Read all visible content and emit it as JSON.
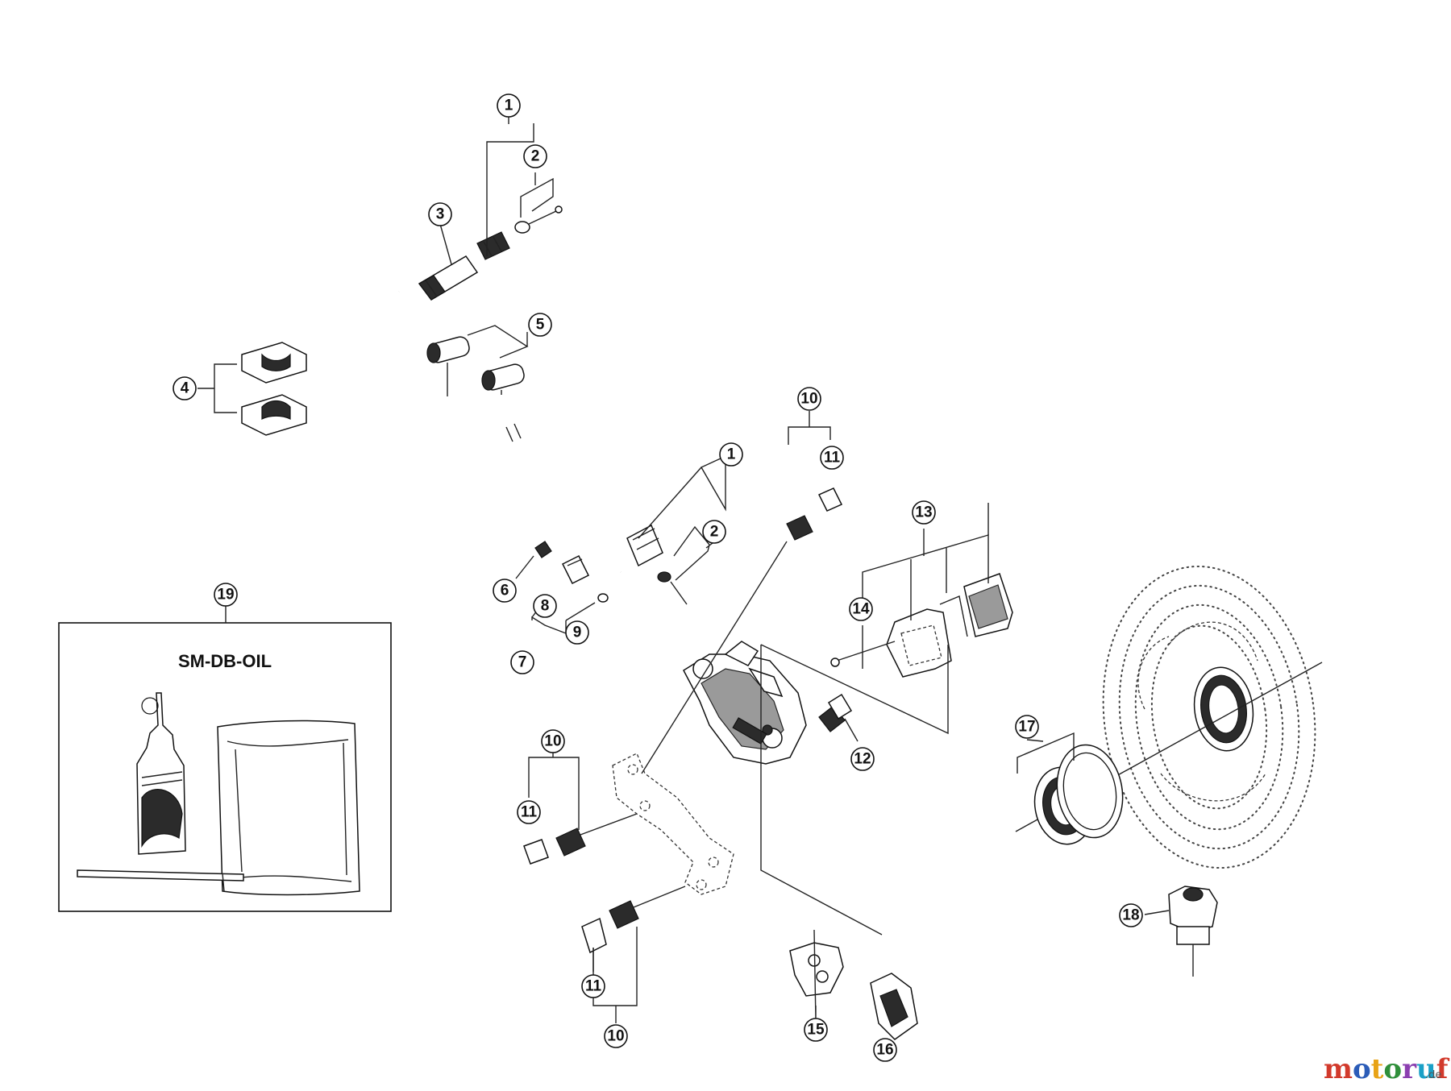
{
  "kit_title": "SM-DB-OIL",
  "watermark": {
    "text": "motoruf",
    "suffix": ".de"
  },
  "letter_colors": [
    "#d23a2c",
    "#2b5cb8",
    "#e8a317",
    "#2f8f3a",
    "#8b3fb0",
    "#1aa0c7",
    "#d23a2c"
  ],
  "callouts": [
    "1",
    "2",
    "3",
    "4",
    "5",
    "6",
    "7",
    "8",
    "9",
    "10",
    "11",
    "12",
    "13",
    "14",
    "15",
    "16",
    "17",
    "18",
    "19",
    "1",
    "2",
    "10",
    "11",
    "10",
    "11",
    "10",
    "11"
  ]
}
